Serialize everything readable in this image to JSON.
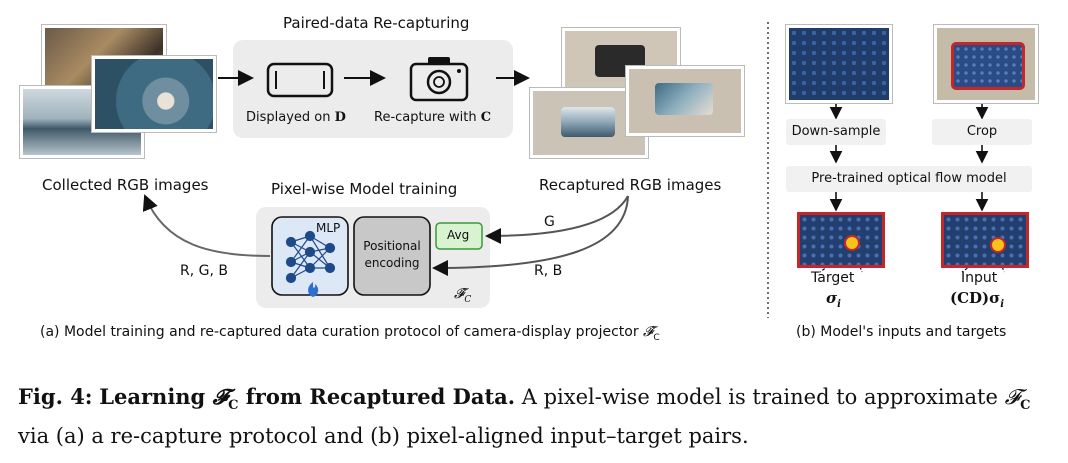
{
  "panel_a": {
    "recapture_title": "Paired-data Re-capturing",
    "displayed_label": "Displayed on ",
    "displayed_symbol": "D",
    "recapture_label": "Re-capture with ",
    "recapture_symbol": "C",
    "collected_label": "Collected RGB images",
    "recaptured_label": "Recaptured RGB images",
    "training_title": "Pixel-wise Model training",
    "mlp_label": "MLP",
    "posenc_label": "Positional encoding",
    "avg_label": "Avg",
    "fc_symbol": "𝓕̂",
    "fc_subscript": "C",
    "arrow_g": "G",
    "arrow_rb": "R, B",
    "arrow_rgb": "R, G, B",
    "caption": "(a) Model training and re-captured data curation protocol of camera-display projector ",
    "caption_symbol": "𝓕̂",
    "caption_subscript": "C"
  },
  "panel_b": {
    "downsample": "Down-sample",
    "crop": "Crop",
    "flow_model": "Pre-trained optical flow model",
    "target_label": "Target",
    "target_symbol": "σ",
    "target_sub": "i",
    "input_label": "Input",
    "input_symbol": "(CD)σ",
    "input_sub": "i",
    "caption": "(b) Model's inputs and targets"
  },
  "figure_caption": {
    "fig_label": "Fig. 4:",
    "bold_title_pre": "Learning ",
    "bold_title_symbol": "𝓕",
    "bold_title_sub": "C",
    "bold_title_post": " from Recaptured Data.",
    "text_1": " A pixel-wise model is trained to approximate ",
    "symbol": "𝓕",
    "sub": "C",
    "text_2": " via (a) a re-capture protocol and (b) pixel-aligned input–target pairs."
  },
  "colors": {
    "panel_gray": "#ececec",
    "mlp_fill": "#dde8f6",
    "mlp_node": "#1f4a8a",
    "avg_fill": "#d9f2cf",
    "avg_stroke": "#3a9a3a",
    "target_frame": "#c4262b",
    "highlight_dot": "#f6c21c",
    "flame": "#2f6fd0",
    "blueberry": "#2c4f86"
  }
}
